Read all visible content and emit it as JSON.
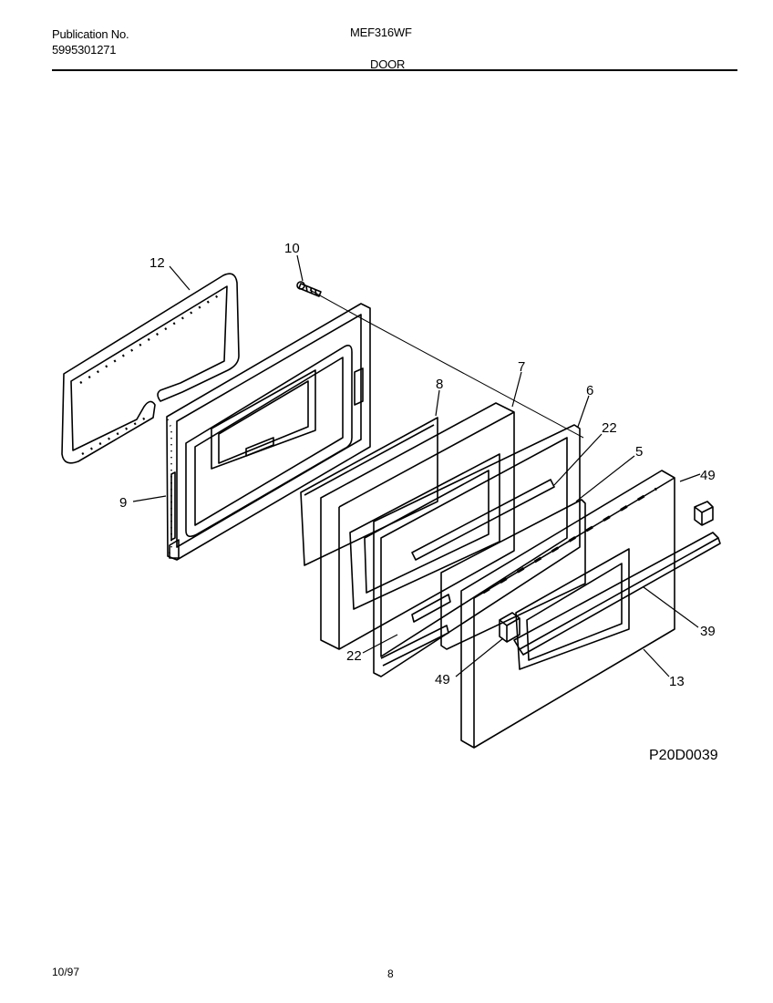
{
  "header": {
    "publication_label": "Publication No.",
    "publication_number": "5995301271",
    "model": "MEF316WF",
    "section": "DOOR"
  },
  "diagram": {
    "callouts": [
      "12",
      "10",
      "8",
      "7",
      "6",
      "22",
      "5",
      "49",
      "9",
      "39",
      "22",
      "49",
      "13"
    ],
    "drawing_code": "P20D0039"
  },
  "footer": {
    "date": "10/97",
    "page": "8"
  }
}
